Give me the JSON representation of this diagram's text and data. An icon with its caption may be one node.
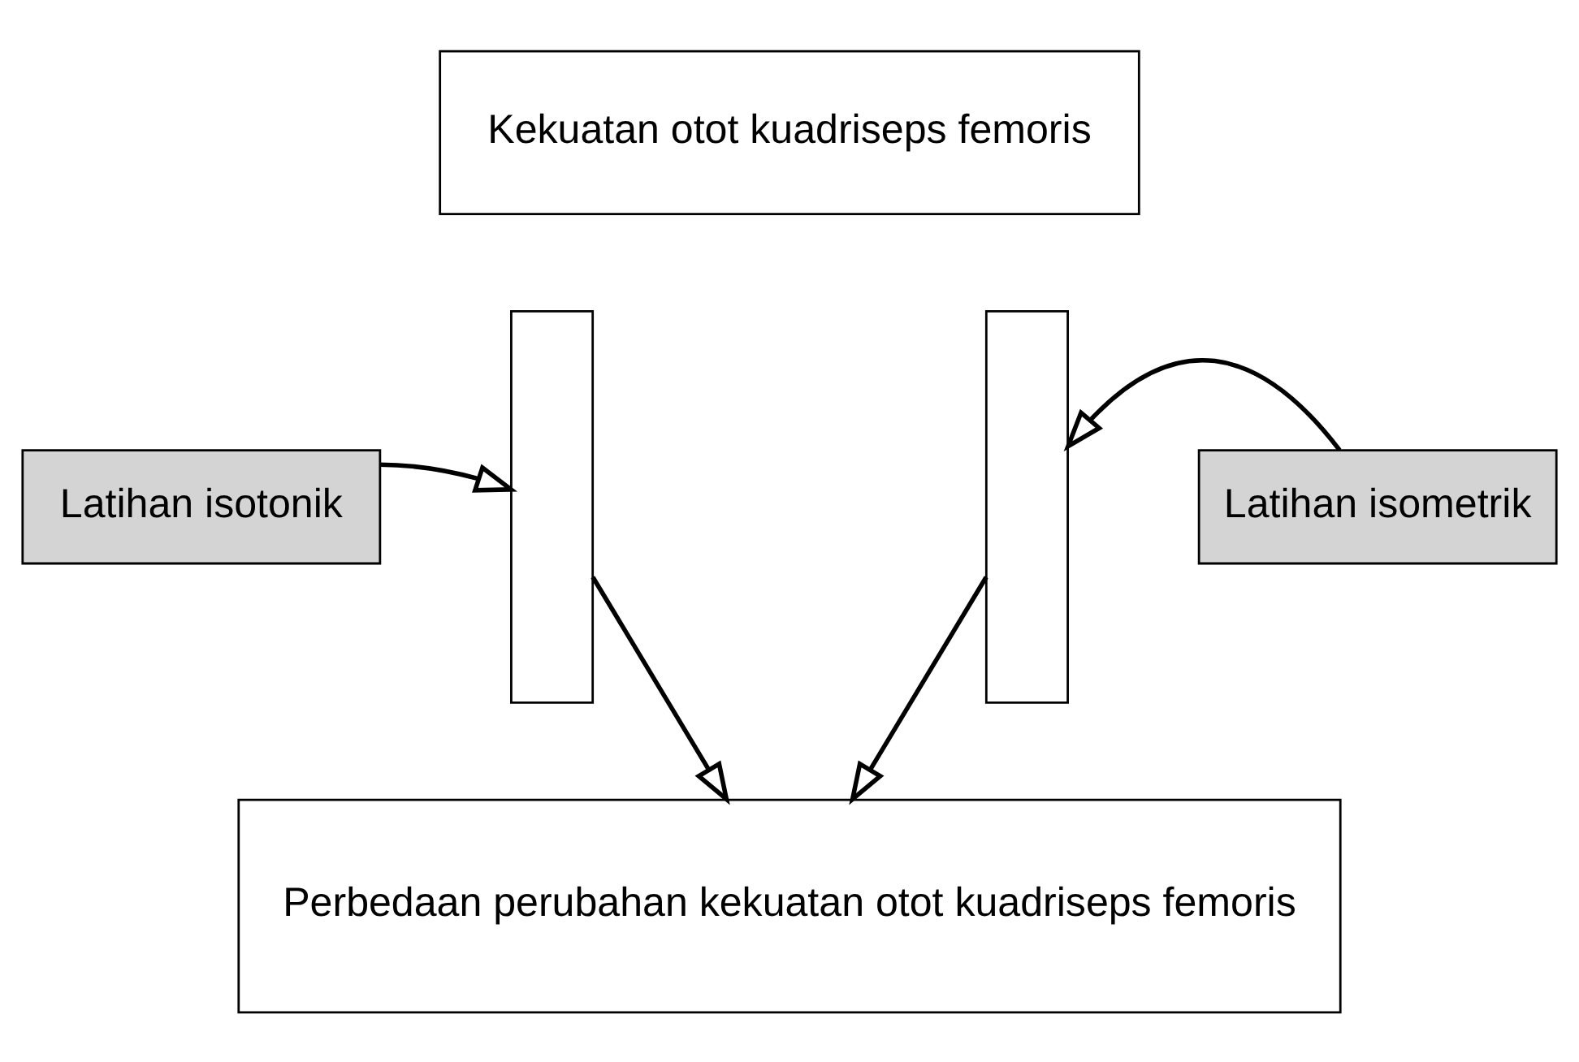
{
  "diagram": {
    "nodes": [
      {
        "text": [
          "Kekuatan otot kuadriseps femoris"
        ]
      },
      {
        "text": [],
        "shape": "bar"
      },
      {
        "text": [],
        "shape": "bar"
      },
      {
        "text": [
          "Latihan isotonik"
        ]
      },
      {
        "text": [
          "Latihan isometrik"
        ]
      },
      {
        "text": [
          "Perbedaan perubahan kekuatan otot kuadriseps femoris"
        ]
      }
    ],
    "edges": [
      {
        "from": 3,
        "to": 1,
        "arrow": "to"
      },
      {
        "from": 4,
        "to": 2,
        "arrow": "to"
      },
      {
        "from": 1,
        "to": 5,
        "arrow": "to"
      },
      {
        "from": 2,
        "to": 5,
        "arrow": "to"
      }
    ]
  }
}
